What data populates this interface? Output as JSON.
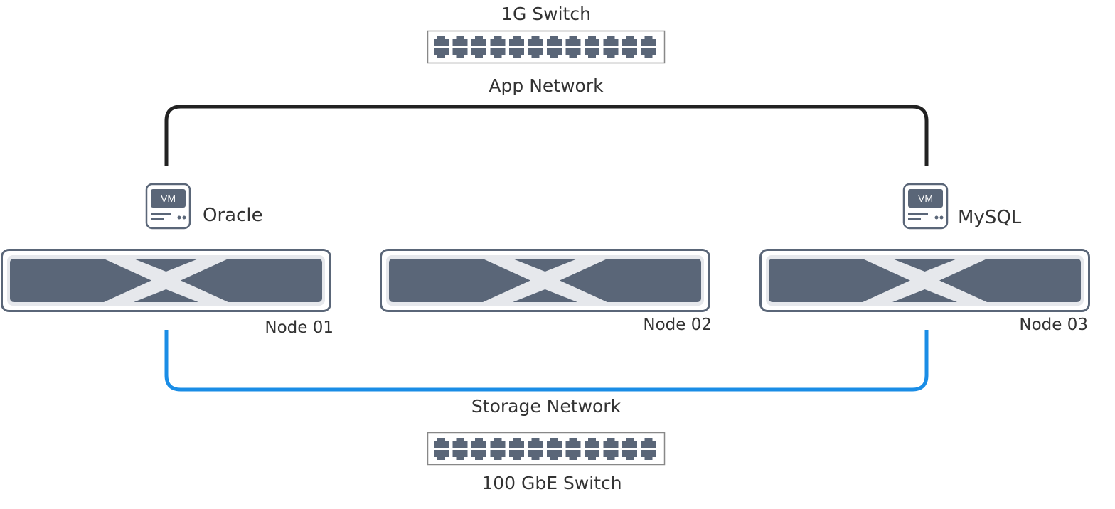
{
  "colors": {
    "app_network_line": "#222222",
    "storage_network_line": "#1a8de6",
    "node_body": "#5a6678",
    "node_border": "#5a6678",
    "node_cross": "#e6e8ec",
    "switch_port": "#5a6678",
    "switch_border": "#888888",
    "label_text": "#333333"
  },
  "switches": {
    "top": {
      "label": "1G Switch",
      "port_count": 12,
      "icon": "network-switch-icon"
    },
    "bottom": {
      "label": "100 GbE Switch",
      "port_count": 12,
      "icon": "network-switch-icon"
    }
  },
  "networks": {
    "app": {
      "label": "App Network"
    },
    "storage": {
      "label": "Storage Network"
    }
  },
  "vms": [
    {
      "badge": "VM",
      "label": "Oracle",
      "icon": "virtual-machine-icon"
    },
    {
      "badge": "VM",
      "label": "MySQL",
      "icon": "virtual-machine-icon"
    }
  ],
  "nodes": [
    {
      "label": "Node 01",
      "icon": "server-node-icon"
    },
    {
      "label": "Node 02",
      "icon": "server-node-icon"
    },
    {
      "label": "Node 03",
      "icon": "server-node-icon"
    }
  ]
}
